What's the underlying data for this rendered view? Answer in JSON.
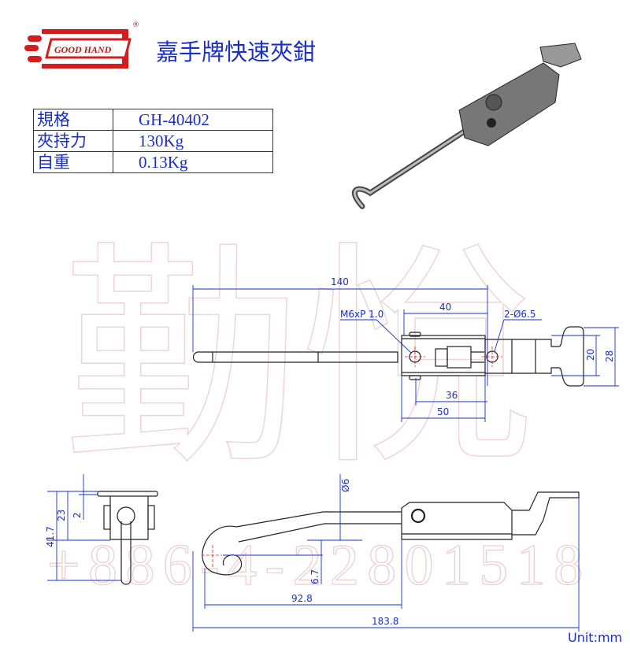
{
  "brand": {
    "logo_text": "GOOD HAND",
    "registered": "®"
  },
  "title": "嘉手牌快速夾鉗",
  "spec_table": [
    {
      "label": "規格",
      "value": "GH-40402"
    },
    {
      "label": "夾持力",
      "value": "130Kg"
    },
    {
      "label": "自重",
      "value": "0.13Kg"
    }
  ],
  "watermark": {
    "chars": "勤悅",
    "phone": "+886-4-22801518"
  },
  "top_view": {
    "overall": "140",
    "thread": "M6xP 1.0",
    "span": "40",
    "holes": "2-Ø6.5",
    "inner_width": "20",
    "outer_width": "28",
    "hole_pitch": "36",
    "base_length": "50"
  },
  "side_view": {
    "total_height": "41.7",
    "height": "23",
    "plate_thickness": "2",
    "rod_dia": "Ø6",
    "hook_offset": "6.7",
    "hook_reach": "92.8",
    "total_length": "183.8"
  },
  "unit": "Unit:mm",
  "colors": {
    "dimension": "#1a2fc8",
    "logo": "#d21e1e",
    "watermark": "#e9c8c8",
    "centerline": "#e02020"
  }
}
